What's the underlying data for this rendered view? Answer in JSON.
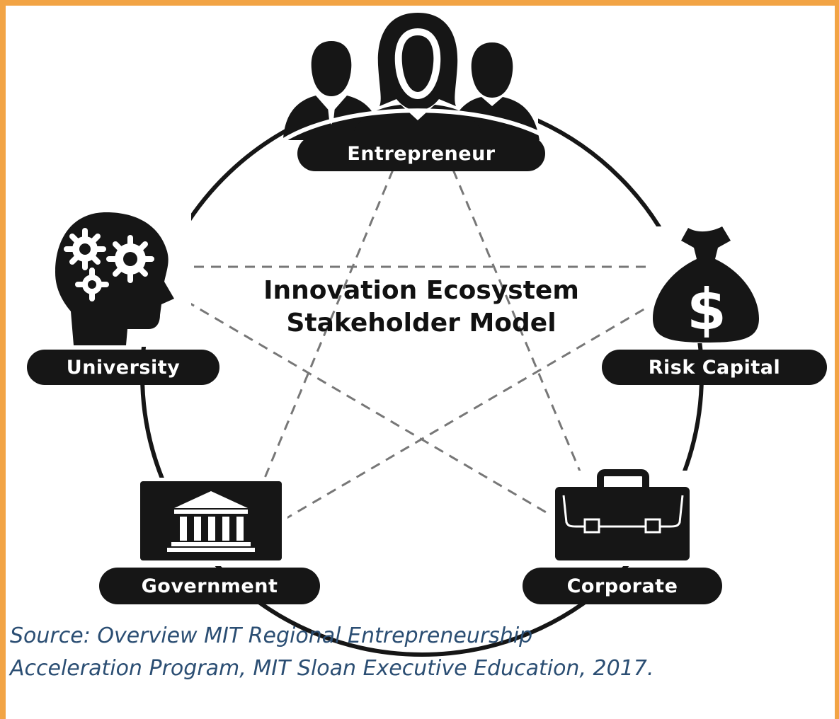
{
  "title": {
    "line1": "Innovation Ecosystem",
    "line2": "Stakeholder Model"
  },
  "nodes": {
    "entrepreneur": "Entrepreneur",
    "university": "University",
    "risk_capital": "Risk Capital",
    "government": "Government",
    "corporate": "Corporate"
  },
  "icons": {
    "entrepreneur": "people-group-icon",
    "university": "head-gears-icon",
    "risk_capital": "money-bag-icon",
    "government": "government-building-icon",
    "corporate": "briefcase-icon"
  },
  "money_symbol": "$",
  "source": {
    "line1": "Source: Overview MIT Regional Entrepreneurship",
    "line2": "Acceleration Program, MIT Sloan Executive Education, 2017."
  },
  "colors": {
    "border": "#f2a445",
    "ink": "#161616",
    "source_text": "#2b4e73"
  }
}
